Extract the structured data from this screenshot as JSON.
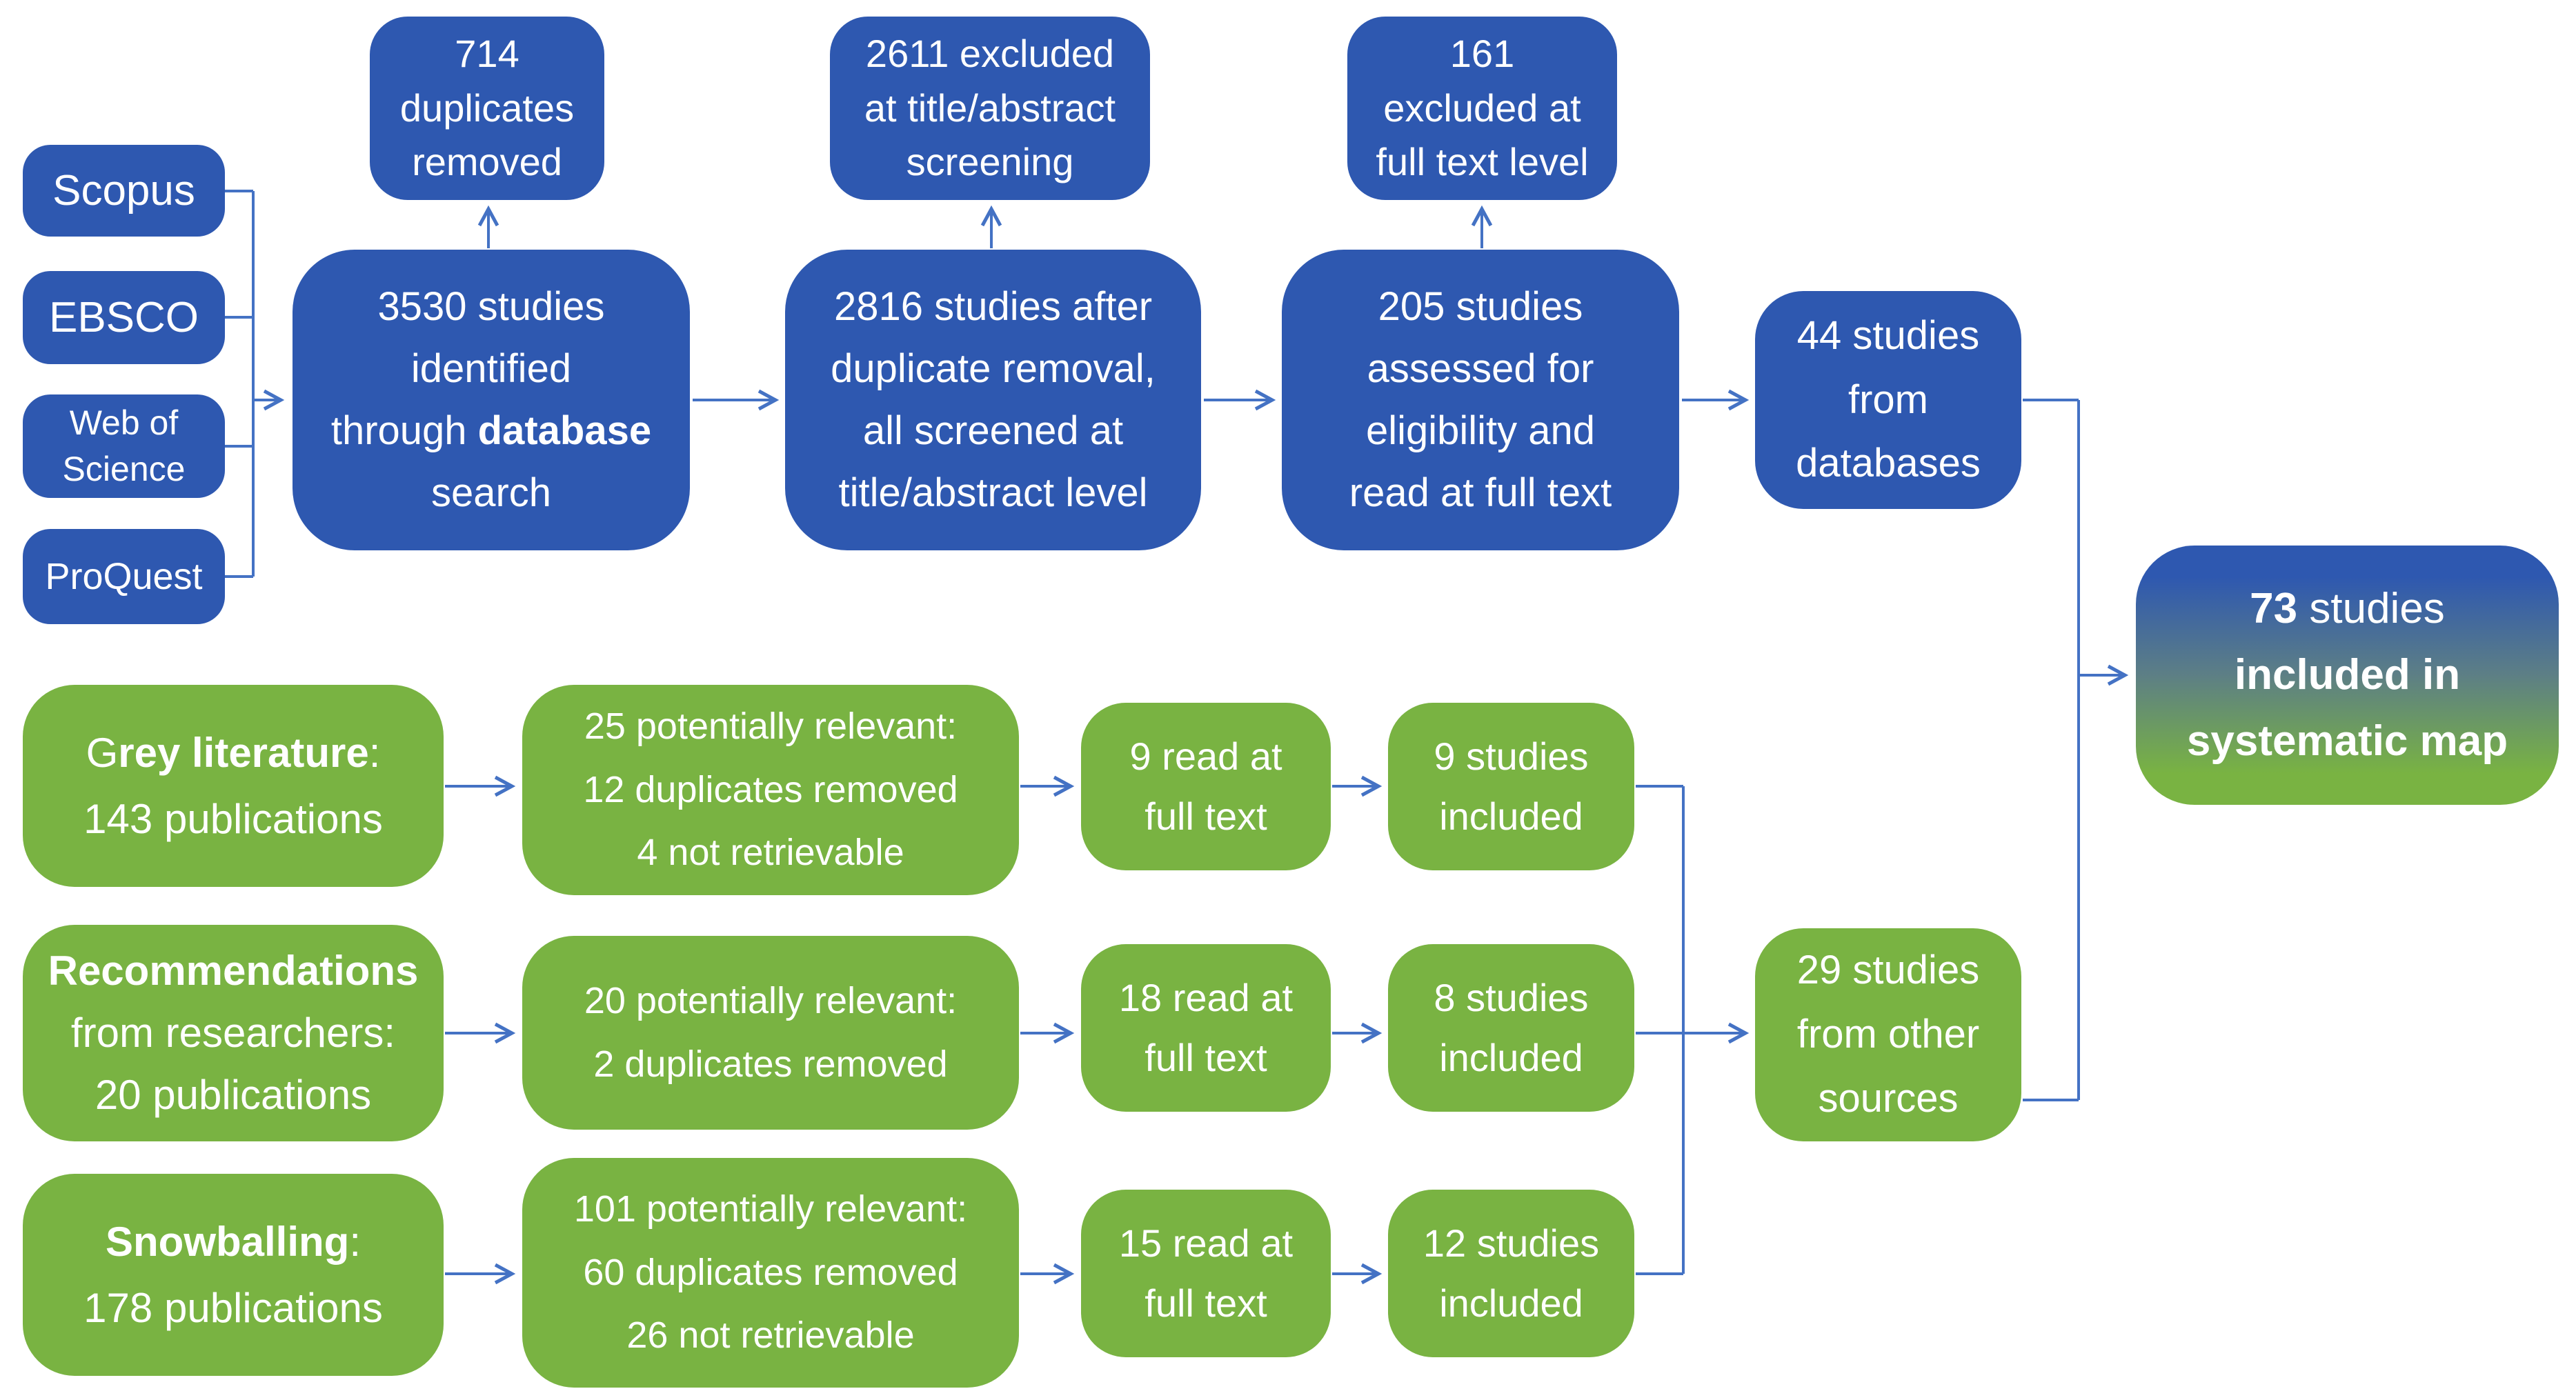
{
  "diagram": {
    "colors": {
      "blue": "#2e58b0",
      "green": "#79b342",
      "connector": "#4472c4",
      "text": "#ffffff"
    },
    "nodes": {
      "scopus": {
        "lines": [
          [
            {
              "t": "Scopus"
            }
          ]
        ]
      },
      "ebsco": {
        "lines": [
          [
            {
              "t": "EBSCO"
            }
          ]
        ]
      },
      "wos": {
        "lines": [
          [
            {
              "t": "Web of"
            }
          ],
          [
            {
              "t": "Science"
            }
          ]
        ]
      },
      "proquest": {
        "lines": [
          [
            {
              "t": "ProQuest"
            }
          ]
        ]
      },
      "n714": {
        "lines": [
          [
            {
              "t": "714"
            }
          ],
          [
            {
              "t": "duplicates"
            }
          ],
          [
            {
              "t": "removed"
            }
          ]
        ]
      },
      "n2611": {
        "lines": [
          [
            {
              "t": "2611 excluded"
            }
          ],
          [
            {
              "t": "at title/abstract"
            }
          ],
          [
            {
              "t": "screening"
            }
          ]
        ]
      },
      "n161": {
        "lines": [
          [
            {
              "t": "161"
            }
          ],
          [
            {
              "t": "excluded at"
            }
          ],
          [
            {
              "t": "full text level"
            }
          ]
        ]
      },
      "n3530": {
        "lines": [
          [
            {
              "t": "3530 studies"
            }
          ],
          [
            {
              "t": "identified"
            }
          ],
          [
            {
              "t": "through "
            },
            {
              "t": "database",
              "b": true
            }
          ],
          [
            {
              "t": "search"
            }
          ]
        ]
      },
      "n2816": {
        "lines": [
          [
            {
              "t": "2816 studies after"
            }
          ],
          [
            {
              "t": "duplicate removal,"
            }
          ],
          [
            {
              "t": "all screened at"
            }
          ],
          [
            {
              "t": "title/abstract level"
            }
          ]
        ]
      },
      "n205": {
        "lines": [
          [
            {
              "t": "205 studies"
            }
          ],
          [
            {
              "t": "assessed for"
            }
          ],
          [
            {
              "t": "eligibility and"
            }
          ],
          [
            {
              "t": "read at full text"
            }
          ]
        ]
      },
      "n44": {
        "lines": [
          [
            {
              "t": "44 studies"
            }
          ],
          [
            {
              "t": "from"
            }
          ],
          [
            {
              "t": "databases"
            }
          ]
        ]
      },
      "n73": {
        "lines": [
          [
            {
              "t": "73",
              "b": true
            },
            {
              "t": " studies"
            }
          ],
          [
            {
              "t": "included in",
              "b": true
            }
          ],
          [
            {
              "t": "systematic map",
              "b": true
            }
          ]
        ]
      },
      "grey": {
        "lines": [
          [
            {
              "t": "G"
            },
            {
              "t": "rey literature",
              "b": true
            },
            {
              "t": ":"
            }
          ],
          [
            {
              "t": "143 publications"
            }
          ]
        ]
      },
      "g25": {
        "lines": [
          [
            {
              "t": "25 potentially relevant:"
            }
          ],
          [
            {
              "t": "12 duplicates removed"
            }
          ],
          [
            {
              "t": "4 not retrievable"
            }
          ]
        ]
      },
      "g9read": {
        "lines": [
          [
            {
              "t": "9 read at"
            }
          ],
          [
            {
              "t": "full text"
            }
          ]
        ]
      },
      "g9inc": {
        "lines": [
          [
            {
              "t": "9 studies"
            }
          ],
          [
            {
              "t": "included"
            }
          ]
        ]
      },
      "rec": {
        "lines": [
          [
            {
              "t": "Recommendations",
              "b": true
            }
          ],
          [
            {
              "t": "from researchers:"
            }
          ],
          [
            {
              "t": "20 publications"
            }
          ]
        ]
      },
      "g20": {
        "lines": [
          [
            {
              "t": "20 potentially relevant:"
            }
          ],
          [
            {
              "t": "2 duplicates removed"
            }
          ]
        ]
      },
      "g18": {
        "lines": [
          [
            {
              "t": "18 read at"
            }
          ],
          [
            {
              "t": "full text"
            }
          ]
        ]
      },
      "g8": {
        "lines": [
          [
            {
              "t": "8 studies"
            }
          ],
          [
            {
              "t": "included"
            }
          ]
        ]
      },
      "n29": {
        "lines": [
          [
            {
              "t": "29 studies"
            }
          ],
          [
            {
              "t": "from other"
            }
          ],
          [
            {
              "t": "sources"
            }
          ]
        ]
      },
      "snow": {
        "lines": [
          [
            {
              "t": "Snowballing",
              "b": true
            },
            {
              "t": ":"
            }
          ],
          [
            {
              "t": "178 publications"
            }
          ]
        ]
      },
      "g101": {
        "lines": [
          [
            {
              "t": "101 potentially relevant:"
            }
          ],
          [
            {
              "t": "60 duplicates removed"
            }
          ],
          [
            {
              "t": "26 not retrievable"
            }
          ]
        ]
      },
      "g15": {
        "lines": [
          [
            {
              "t": "15 read at"
            }
          ],
          [
            {
              "t": "full text"
            }
          ]
        ]
      },
      "g12": {
        "lines": [
          [
            {
              "t": "12 studies"
            }
          ],
          [
            {
              "t": "included"
            }
          ]
        ]
      }
    }
  }
}
